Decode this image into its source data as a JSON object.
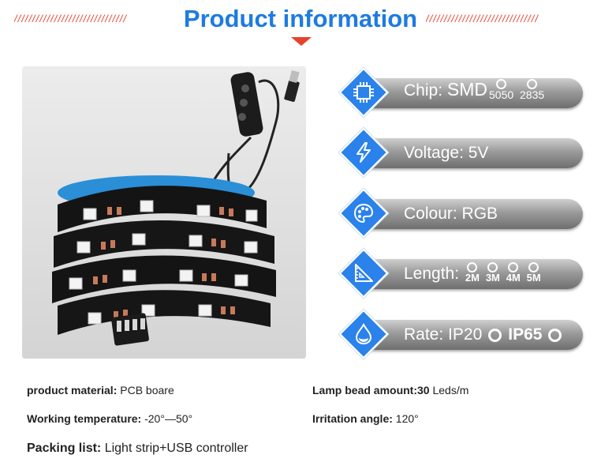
{
  "header": {
    "left_slashes": "///////////////////////////////",
    "right_slashes": "///////////////////////////////",
    "title": "Product information"
  },
  "specs": {
    "chip": {
      "label": "Chip:",
      "prefix": "SMD",
      "options": [
        "5050",
        "2835"
      ],
      "icon": "chip-icon"
    },
    "voltage": {
      "label": "Voltage:",
      "value": "5V",
      "icon": "lightning-icon"
    },
    "colour": {
      "label": "Colour:",
      "value": "RGB",
      "icon": "palette-icon"
    },
    "length": {
      "label": "Length:",
      "options": [
        "2M",
        "3M",
        "4M",
        "5M"
      ],
      "icon": "ruler-triangle-icon"
    },
    "rate": {
      "label": "Rate:",
      "options": [
        "IP20",
        "IP65"
      ],
      "icon": "water-drop-icon"
    }
  },
  "details": {
    "material_label": "product material:",
    "material_value": "PCB boare",
    "lamp_label": "Lamp bead amount:",
    "lamp_count": "30",
    "lamp_unit": "Leds/m",
    "temp_label": "Working temperature:",
    "temp_value": "-20°—50°",
    "angle_label": "Irritation angle:",
    "angle_value": "120°",
    "packing_label": "Packing list:",
    "packing_value": "Light strip+USB controller"
  },
  "colors": {
    "title_blue": "#1e7be0",
    "accent_red": "#e8412c",
    "icon_blue": "#2a82ea",
    "bar_gray": "#8a8a8a"
  }
}
